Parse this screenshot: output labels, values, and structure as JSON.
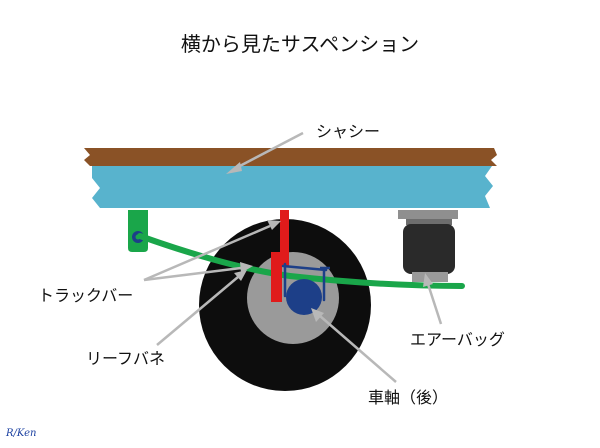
{
  "title": "横から見たサスペンション",
  "labels": {
    "chassis": "シャシー",
    "track_bar": "トラックバー",
    "leaf_spring": "リーフバネ",
    "air_bag": "エアーバッグ",
    "axle": "車軸（後）"
  },
  "signature": "R/Ken",
  "colors": {
    "frame_wood": "#8a5226",
    "chassis_body": "#58b3cd",
    "leaf_spring": "#1aa64a",
    "damper": "#e01b1b",
    "tire": "#0d0d0d",
    "hub": "#9a9a9a",
    "axle": "#1d3f88",
    "air_bag": "#2a2a2a",
    "pointer": "#b8b8b8"
  }
}
